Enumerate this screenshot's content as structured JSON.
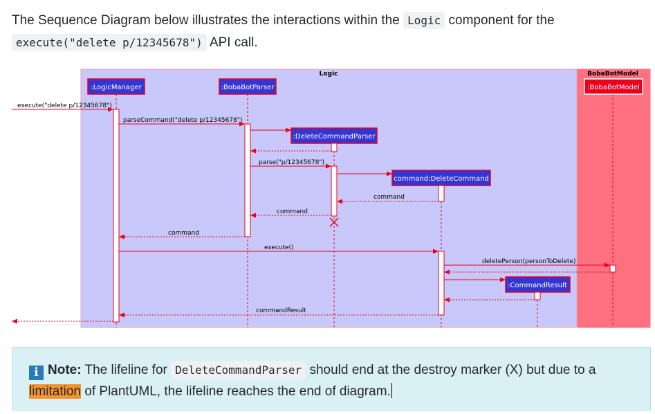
{
  "intro": {
    "text1": "The Sequence Diagram below illustrates the interactions within the",
    "code1": "Logic",
    "text2": "component for the",
    "code2": "execute(\"delete p/12345678\")",
    "text3": "API call."
  },
  "diagram": {
    "logic_box_title": "Logic",
    "model_box_title": "BobaBotModel",
    "participants": {
      "logic_manager": ":LogicManager",
      "parser": ":BobaBotParser",
      "delete_parser": ":DeleteCommandParser",
      "delete_command": "command:DeleteCommand",
      "model": ":BobaBotModel",
      "command_result": ":CommandResult"
    },
    "messages": {
      "execute_in": "execute(\"delete p/12345678\")",
      "parse_command": "parseCommand(\"delete p/12345678\")",
      "parse": "parse(\"p/12345678\")",
      "ret_command_1": "command",
      "ret_command_2": "command",
      "ret_command_3": "command",
      "execute": "execute()",
      "delete_person": "deletePerson(personToDelete)",
      "command_result": "commandResult"
    },
    "colors": {
      "logic_box": "#c8c8fa",
      "model_box": "#ff7080",
      "participant": "#3535d4",
      "arrow": "#e8001c"
    }
  },
  "note": {
    "icon": "info-icon",
    "title": "Note:",
    "text1": "The lifeline for",
    "code": "DeleteCommandParser",
    "text2": "should end at the destroy marker (X) but due to a",
    "highlight": "limitation",
    "text3": "of PlantUML, the lifeline reaches the end of diagram."
  }
}
